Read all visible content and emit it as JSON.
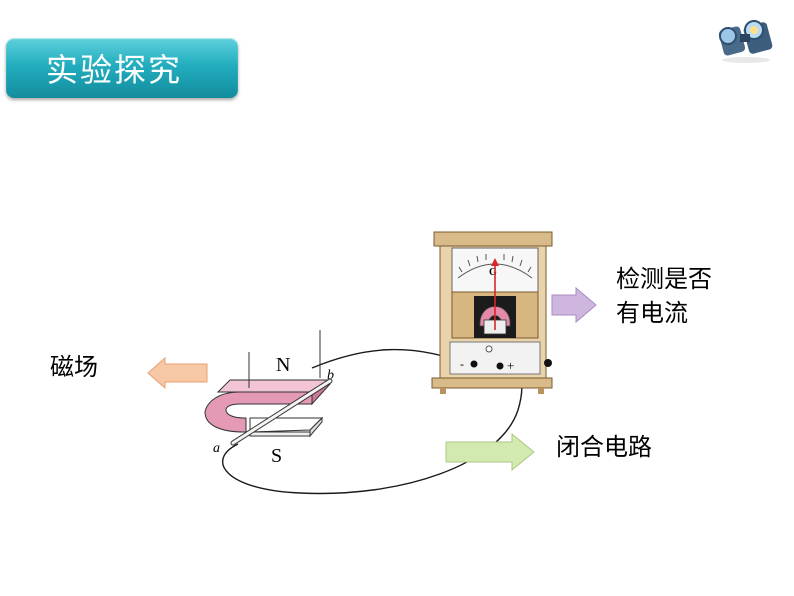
{
  "title": "实验探究",
  "labels": {
    "magnetic_field": "磁场",
    "detect_current_line1": "检测是否",
    "detect_current_line2": "有电流",
    "closed_circuit": "闭合电路"
  },
  "diagram": {
    "pole_n": "N",
    "pole_s": "S",
    "rod_end_a": "a",
    "rod_end_b": "b",
    "meter_symbol": "G",
    "terminal_minus": "-",
    "terminal_plus": "+"
  },
  "colors": {
    "title_bg": "#22aebf",
    "magnet": "#e49ab6",
    "arrow_orange": "#f6c8a6",
    "arrow_purple": "#cfb6df",
    "arrow_green": "#d2e9b0",
    "meter_case": "#e9d3ab"
  },
  "icons": [
    "binoculars-icon"
  ]
}
